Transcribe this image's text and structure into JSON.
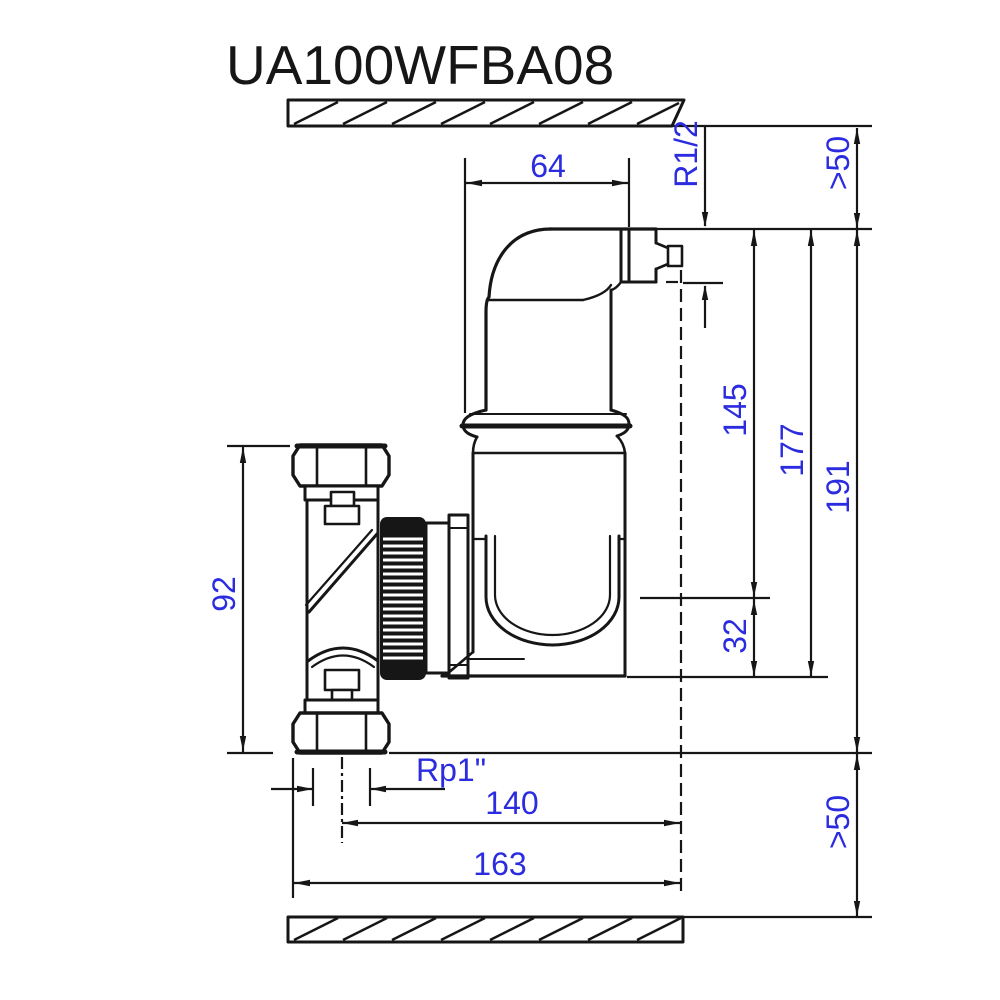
{
  "drawing": {
    "title": "UA100WFBA08",
    "accent_color": "#2b2be0",
    "line_color": "#161616",
    "background": "#ffffff",
    "labels": {
      "width_vent_offset": "64",
      "vent_thread": "R1/2",
      "wall_clearance_top": ">50",
      "height_vent_to_pipe_center": "145",
      "height_vent_to_body_bottom": "177",
      "height_total": "191",
      "pipe_center_to_body_bottom": "32",
      "tee_height": "92",
      "pipe_thread": "Rp1\"",
      "width_pipe_center_to_vent_tip": "140",
      "width_total": "163",
      "wall_clearance_bottom": ">50"
    }
  }
}
